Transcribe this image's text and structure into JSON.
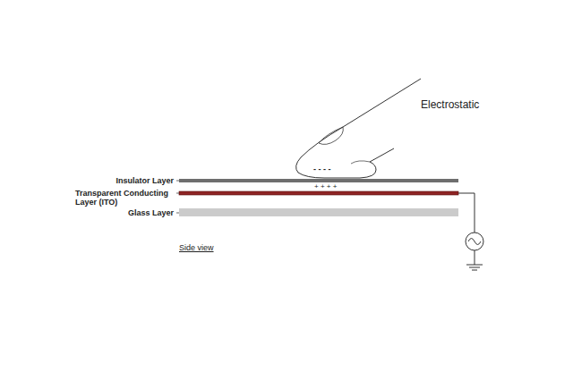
{
  "diagram": {
    "labels": [
      "Electrostatic",
      "Insulator Layer",
      "Transparent Conducting Layer (ITO)",
      "Glass Layer",
      "Side view",
      "- - - -",
      "+ + + +"
    ]
  }
}
